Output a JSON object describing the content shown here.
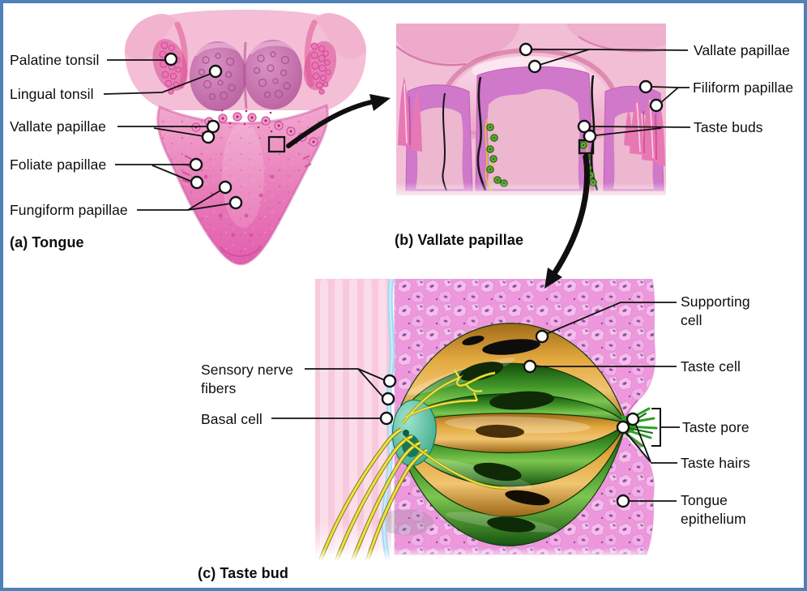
{
  "figure": {
    "title": "Tongue, vallate papillae and taste bud anatomy diagram",
    "border_color": "#4e81b6"
  },
  "panel_a": {
    "caption": "(a) Tongue",
    "labels": {
      "palatine": "Palatine tonsil",
      "lingual": "Lingual tonsil",
      "vallate": "Vallate papillae",
      "foliate": "Foliate papillae",
      "fungiform": "Fungiform papillae"
    }
  },
  "panel_b": {
    "caption": "(b) Vallate papillae",
    "labels": {
      "vallate": "Vallate papillae",
      "filiform": "Filiform papillae",
      "taste_buds": "Taste buds"
    }
  },
  "panel_c": {
    "caption": "(c) Taste bud",
    "labels": {
      "sensory": "Sensory nerve fibers",
      "basal": "Basal cell",
      "supporting": "Supporting cell",
      "taste_cell": "Taste cell",
      "taste_pore": "Taste pore",
      "taste_hairs": "Taste hairs",
      "epithelium": "Tongue epithelium"
    }
  },
  "colors": {
    "frame_blue": "#4e81b6",
    "tongue_pink": "#e87bb9",
    "epithelium_magenta": "#f09ade",
    "taste_cell_green": "#3f9427",
    "supporting_cell_orange": "#e3a93f",
    "nerve_yellow": "#ece43f",
    "basal_cell_teal": "#2ea183",
    "ink": "#0d0d0d"
  }
}
